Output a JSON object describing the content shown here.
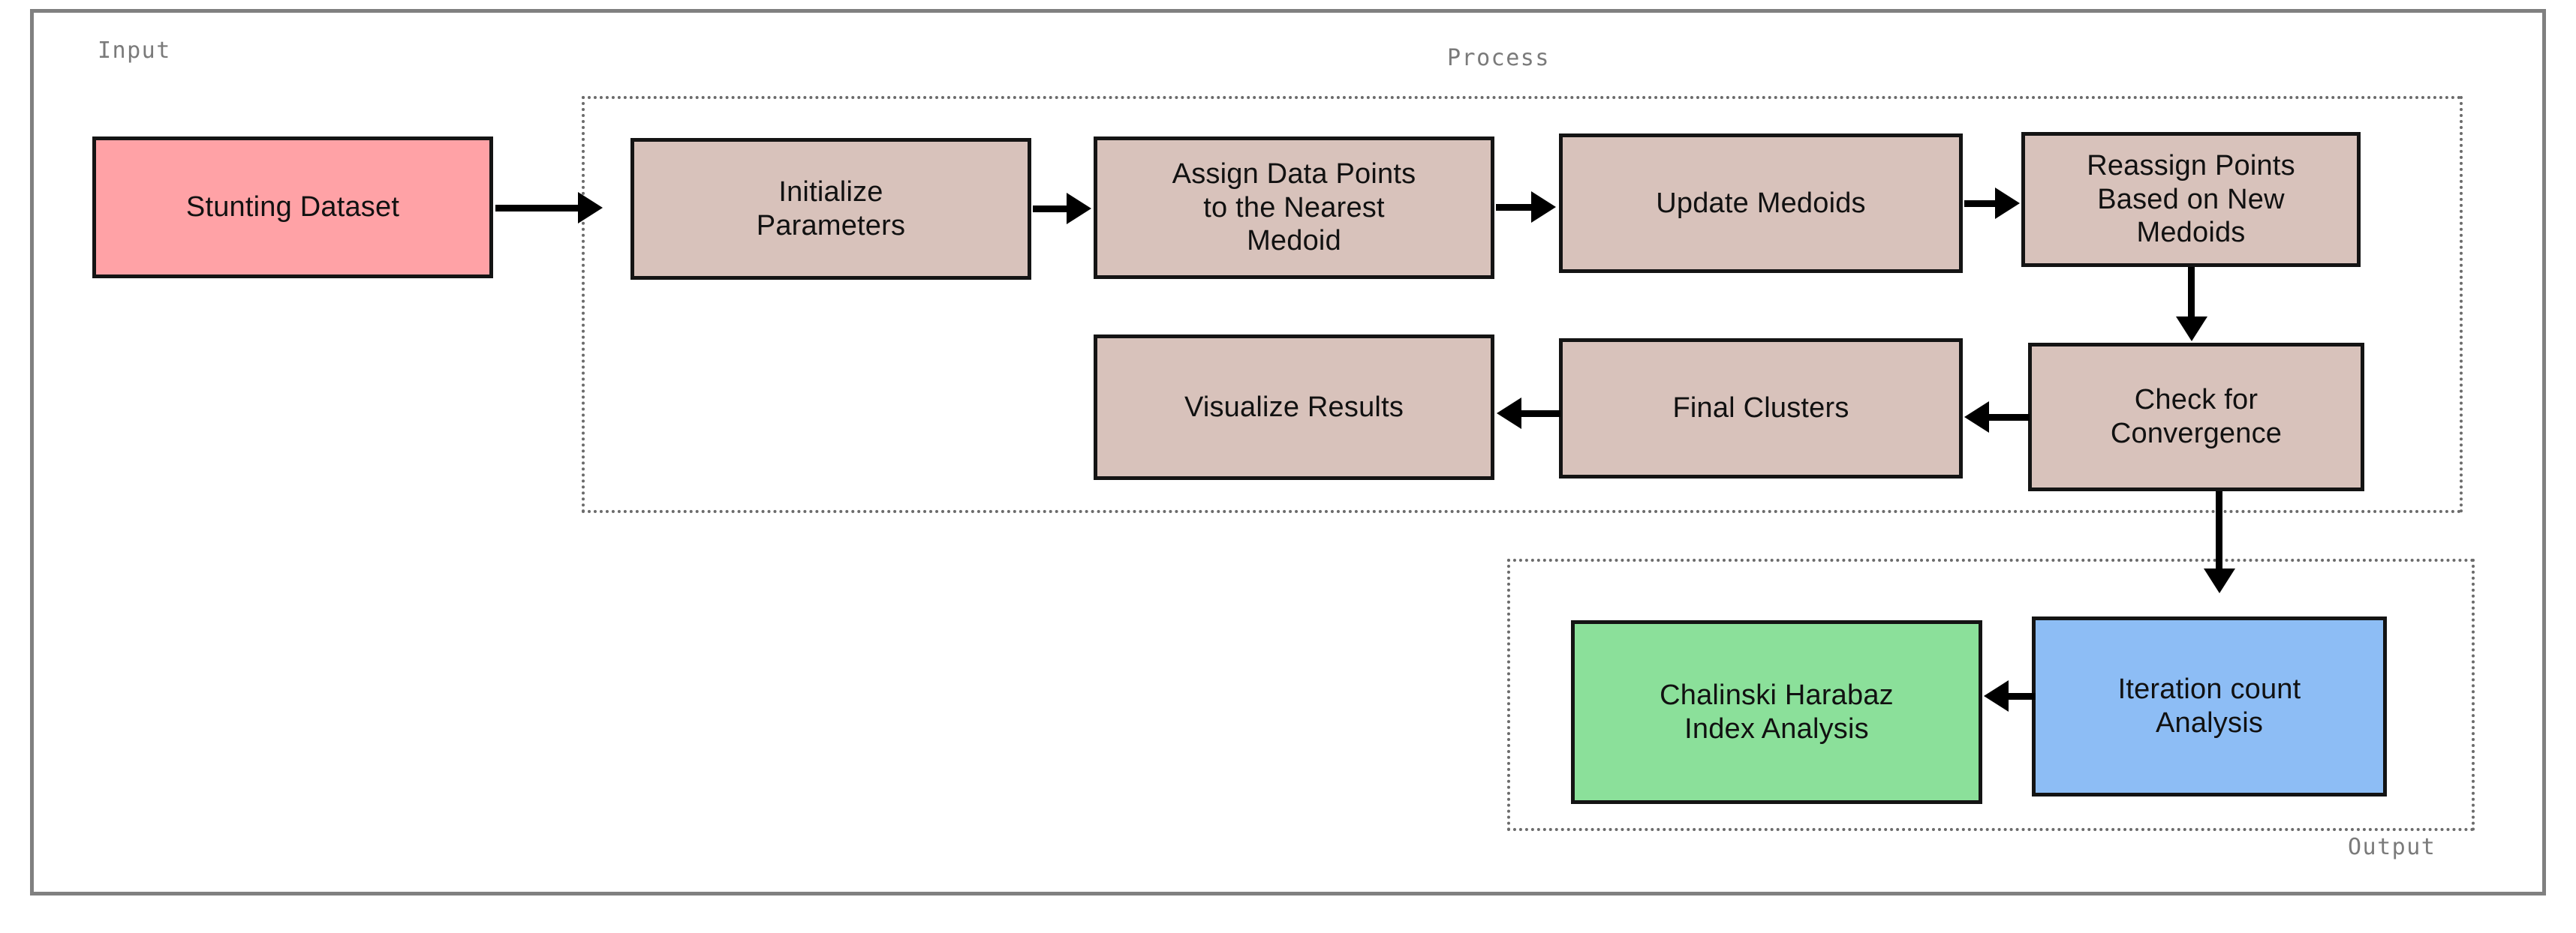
{
  "diagram": {
    "type": "flowchart",
    "title_visible": false,
    "clusters": [
      {
        "id": "input",
        "label": "Input",
        "label_position": "top-left",
        "border_style": "dotted",
        "visible_border": false
      },
      {
        "id": "process",
        "label": "Process",
        "label_position": "top-center",
        "border_style": "dotted",
        "visible_border": true
      },
      {
        "id": "output",
        "label": "Output",
        "label_position": "bottom-right",
        "border_style": "dotted",
        "visible_border": true
      }
    ],
    "nodes": [
      {
        "id": "stunting-dataset",
        "label": "Stunting Dataset",
        "cluster": "input",
        "color": "#ffa2a6"
      },
      {
        "id": "initialize",
        "label": "Initialize\nParameters",
        "cluster": "process",
        "color": "#d8c2bb"
      },
      {
        "id": "assign",
        "label": "Assign Data Points\nto the Nearest\nMedoid",
        "cluster": "process",
        "color": "#d8c2bb"
      },
      {
        "id": "update",
        "label": "Update Medoids",
        "cluster": "process",
        "color": "#d8c2bb"
      },
      {
        "id": "reassign",
        "label": "Reassign Points\nBased on New\nMedoids",
        "cluster": "process",
        "color": "#d8c2bb"
      },
      {
        "id": "check-converge",
        "label": "Check for\nConvergence",
        "cluster": "process",
        "color": "#d8c2bb"
      },
      {
        "id": "final-clusters",
        "label": "Final Clusters",
        "cluster": "process",
        "color": "#d8c2bb"
      },
      {
        "id": "visualize",
        "label": "Visualize Results",
        "cluster": "process",
        "color": "#d8c2bb"
      },
      {
        "id": "chalinski",
        "label": "Chalinski Harabaz\nIndex Analysis",
        "cluster": "output",
        "color": "#8be09a"
      },
      {
        "id": "iteration",
        "label": "Iteration count\nAnalysis",
        "cluster": "output",
        "color": "#8dbdf5"
      }
    ],
    "edges": [
      {
        "from": "stunting-dataset",
        "to": "initialize",
        "direction": "right"
      },
      {
        "from": "initialize",
        "to": "assign",
        "direction": "right"
      },
      {
        "from": "assign",
        "to": "update",
        "direction": "right"
      },
      {
        "from": "update",
        "to": "reassign",
        "direction": "right"
      },
      {
        "from": "reassign",
        "to": "check-converge",
        "direction": "down"
      },
      {
        "from": "check-converge",
        "to": "final-clusters",
        "direction": "left"
      },
      {
        "from": "final-clusters",
        "to": "visualize",
        "direction": "left"
      },
      {
        "from": "check-converge",
        "to": "iteration",
        "direction": "down"
      },
      {
        "from": "iteration",
        "to": "chalinski",
        "direction": "left"
      }
    ],
    "colors": {
      "frame": "#808080",
      "cluster_border": "#6b6b6b",
      "cluster_label": "#7a7a7a",
      "node_border": "#141414",
      "node_text": "#111111",
      "arrow": "#000000",
      "input_fill": "#ffa2a6",
      "process_fill": "#d8c2bb",
      "output_green_fill": "#8be09a",
      "output_blue_fill": "#8dbdf5",
      "background": "#ffffff"
    }
  }
}
